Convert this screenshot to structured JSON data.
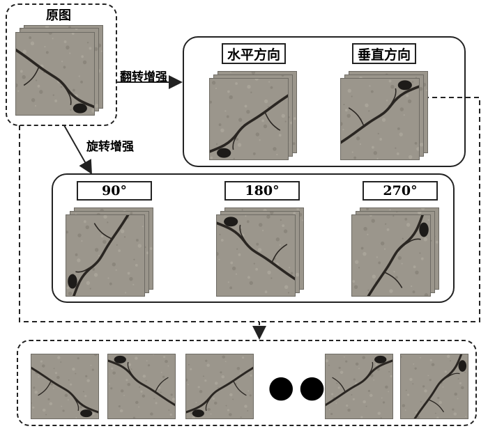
{
  "original_label": "原图",
  "flip_label": "翻转增强",
  "rotate_label": "旋转增强",
  "flip_directions": [
    "水平方向",
    "垂直方向"
  ],
  "rotation_angles": [
    "90°",
    "180°",
    "270°"
  ],
  "ellipsis": "●●●",
  "colors": {
    "texture": "#9b968c",
    "crack": "#2a2622",
    "line": "#222222"
  }
}
